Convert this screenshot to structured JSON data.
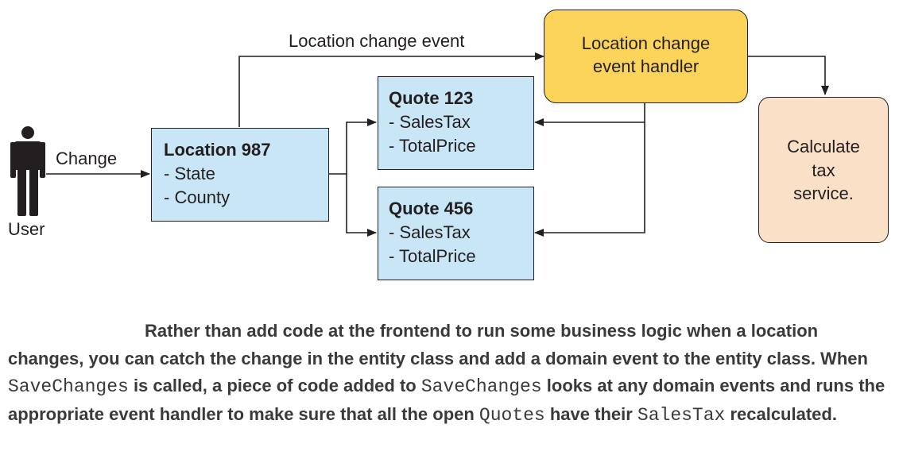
{
  "diagram": {
    "edge_labels": {
      "location_change_event": "Location change event",
      "change": "Change"
    },
    "user": {
      "label": "User"
    },
    "location_box": {
      "title": "Location 987",
      "fields": [
        "- State",
        "- County"
      ]
    },
    "quote_123": {
      "title": "Quote 123",
      "fields": [
        "- SalesTax",
        "- TotalPrice"
      ]
    },
    "quote_456": {
      "title": "Quote 456",
      "fields": [
        "- SalesTax",
        "- TotalPrice"
      ]
    },
    "handler": {
      "lines": [
        "Location change",
        "event handler"
      ]
    },
    "tax_service": {
      "lines": [
        "Calculate",
        "tax",
        "service."
      ]
    }
  },
  "caption": {
    "p1": "Rather than add code at the frontend to run some business logic when a location changes, you can catch the change in the entity class and add a domain event to the entity class. When ",
    "code1": "SaveChanges",
    "p2": " is called, a piece of code added to ",
    "code2": "SaveChanges",
    "p3": " looks at any domain events and runs the appropriate event handler to make sure that all the open ",
    "code3": "Quotes",
    "p4": " have their ",
    "code4": "SalesTax",
    "p5": " recalculated."
  }
}
